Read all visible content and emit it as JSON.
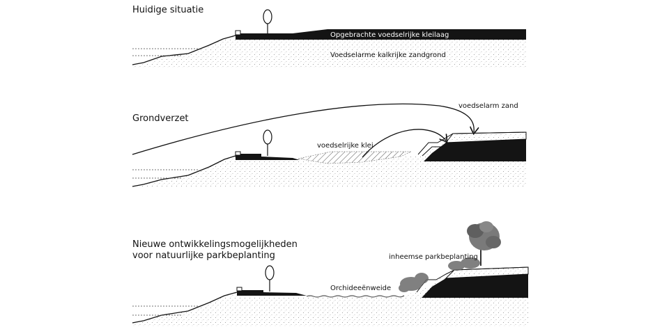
{
  "panels": [
    {
      "title": "Huidige situatie",
      "labels": {
        "clay_layer": "Opgebrachte voedselrijke kleilaag",
        "sand_ground": "Voedselarme kalkrijke zandgrond"
      }
    },
    {
      "title": "Grondverzet",
      "labels": {
        "rich_clay": "voedselrijke klei",
        "poor_sand": "voedselarm zand"
      }
    },
    {
      "title_line1": "Nieuwe ontwikkelingsmogelijkheden",
      "title_line2": "voor natuurlijke parkbeplanting",
      "labels": {
        "native_planting": "inheemse parkbeplanting",
        "orchid_meadow": "Orchideeënweide"
      }
    }
  ],
  "colors": {
    "ink": "#111111",
    "clay": "#141414",
    "sand_dot": "#8a8a8a",
    "hatch": "#555555",
    "vegetation": "#5a5a5a"
  },
  "icons": {
    "tree": "tree-icon",
    "small_building": "small-building-icon",
    "arrow": "arrow-icon"
  }
}
